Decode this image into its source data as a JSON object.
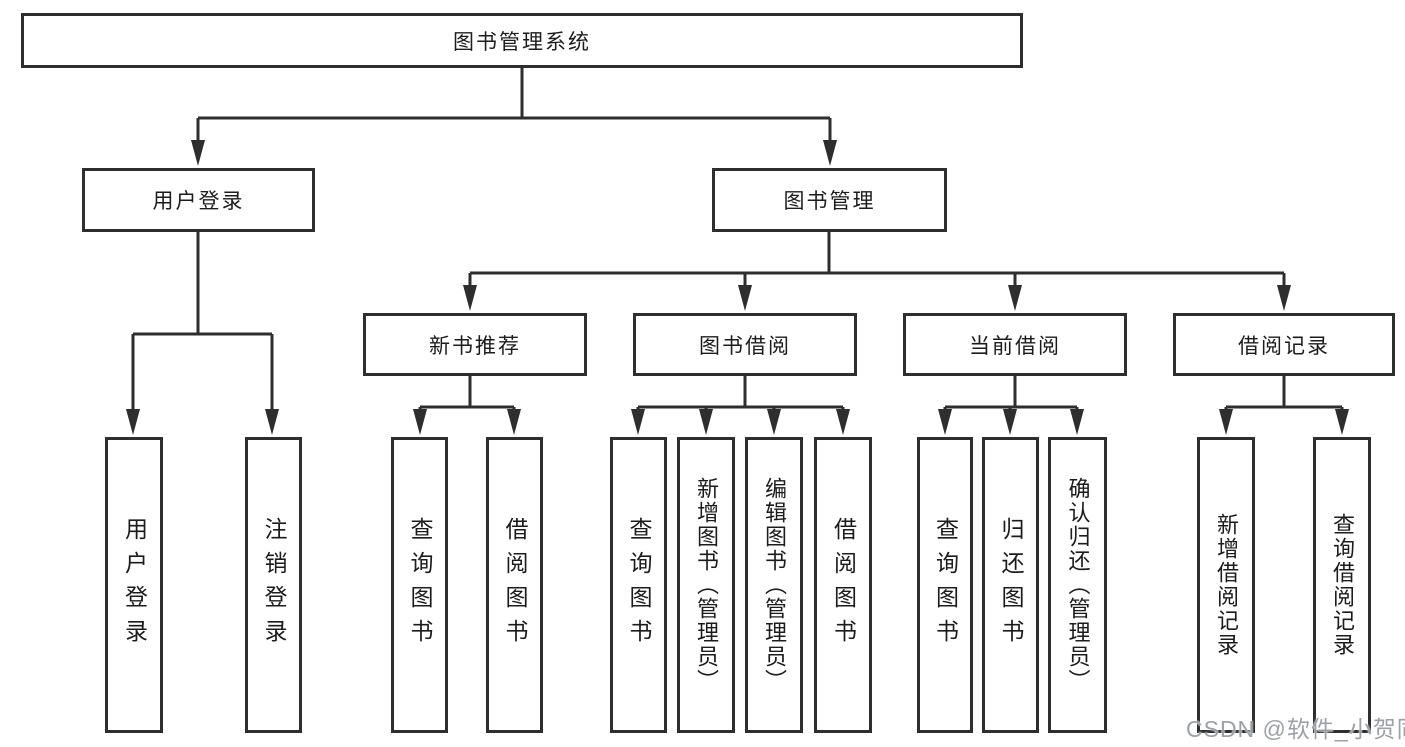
{
  "diagram_title": "图书管理系统",
  "nodes": {
    "root": {
      "label": "图书管理系统"
    },
    "user_login_group": {
      "label": "用户登录"
    },
    "book_mgmt": {
      "label": "图书管理"
    },
    "new_book_rec": {
      "label": "新书推荐"
    },
    "book_borrow": {
      "label": "图书借阅"
    },
    "current_borrow": {
      "label": "当前借阅"
    },
    "borrow_records": {
      "label": "借阅记录"
    },
    "leaf_user_login": {
      "label": "用户登录"
    },
    "leaf_logout": {
      "label": "注销登录"
    },
    "leaf_query_book_rec": {
      "label": "查询图书"
    },
    "leaf_borrow_book_rec": {
      "label": "借阅图书"
    },
    "leaf_query_book_borrow": {
      "label": "查询图书"
    },
    "leaf_add_book": {
      "label": "新增图书（管理员）"
    },
    "leaf_edit_book": {
      "label": "编辑图书（管理员）"
    },
    "leaf_borrow_book_borrow": {
      "label": "借阅图书"
    },
    "leaf_query_book_current": {
      "label": "查询图书"
    },
    "leaf_return_book": {
      "label": "归还图书"
    },
    "leaf_confirm_return": {
      "label": "确认归还（管理员）"
    },
    "leaf_add_borrow_record": {
      "label": "新增借阅记录"
    },
    "leaf_query_borrow_record": {
      "label": "查询借阅记录"
    }
  },
  "hierarchy": {
    "root": [
      "user_login_group",
      "book_mgmt"
    ],
    "user_login_group": [
      "leaf_user_login",
      "leaf_logout"
    ],
    "book_mgmt": [
      "new_book_rec",
      "book_borrow",
      "current_borrow",
      "borrow_records"
    ],
    "new_book_rec": [
      "leaf_query_book_rec",
      "leaf_borrow_book_rec"
    ],
    "book_borrow": [
      "leaf_query_book_borrow",
      "leaf_add_book",
      "leaf_edit_book",
      "leaf_borrow_book_borrow"
    ],
    "current_borrow": [
      "leaf_query_book_current",
      "leaf_return_book",
      "leaf_confirm_return"
    ],
    "borrow_records": [
      "leaf_add_borrow_record",
      "leaf_query_borrow_record"
    ]
  },
  "watermark": {
    "text": "CSDN @软件_小贺同学"
  },
  "colors": {
    "line": "#2e2e2e",
    "box_border": "#2e2e2e",
    "text": "#1c1c1c",
    "watermark": "#94999f",
    "background": "#ffffff"
  }
}
